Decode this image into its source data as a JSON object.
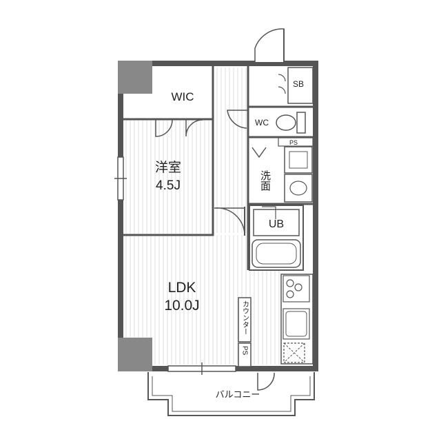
{
  "floorplan": {
    "rooms": {
      "wic": "WIC",
      "bedroom_name": "洋室",
      "bedroom_size": "4.5J",
      "ldk_name": "LDK",
      "ldk_size": "10.0J",
      "wc": "WC",
      "sb": "SB",
      "ps_top": "PS",
      "washroom": "洗面",
      "ub": "UB",
      "counter": "カウンター",
      "ps_bottom": "PS",
      "balcony": "バルコニー"
    }
  }
}
